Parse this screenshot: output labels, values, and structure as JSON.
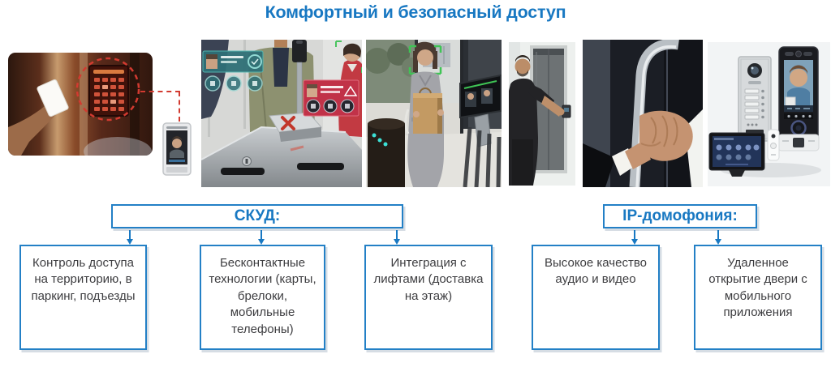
{
  "title": "Комфортный и безопасный доступ",
  "colors": {
    "accent_blue": "#1878C2",
    "border_blue": "#2380C6",
    "body_text": "#3D3D40",
    "alert_red": "#D23A30",
    "ok_teal": "#2F7077",
    "deny_red": "#C13248",
    "bracket_green": "#3FC455"
  },
  "photos": [
    {
      "name": "photo-card-reader",
      "caption": "hand holding access card to keypad reader"
    },
    {
      "name": "face-terminal",
      "caption": "face recognition access terminal"
    },
    {
      "name": "photo-turnstile",
      "caption": "man at turnstile with face recognition overlays"
    },
    {
      "name": "photo-speed-gate",
      "caption": "woman with paper bag passing hands-free speed gate"
    },
    {
      "name": "photo-elevator",
      "caption": "man calling elevator with access panel"
    },
    {
      "name": "photo-door-handle",
      "caption": "hand opening door by handle"
    },
    {
      "name": "photo-intercoms",
      "caption": "IP intercom door stations and indoor monitor"
    }
  ],
  "groups": [
    {
      "label": "СКУД:",
      "items": [
        "Контроль доступа на территорию, в паркинг, подъезды",
        "Бесконтактные технологии (карты, брелоки, мобильные телефоны)",
        "Интеграция с лифтами (доставка на этаж)"
      ]
    },
    {
      "label": "IP-домофония:",
      "items": [
        "Высокое качество аудио и видео",
        "Удаленное открытие двери с мобильного приложения"
      ]
    }
  ]
}
